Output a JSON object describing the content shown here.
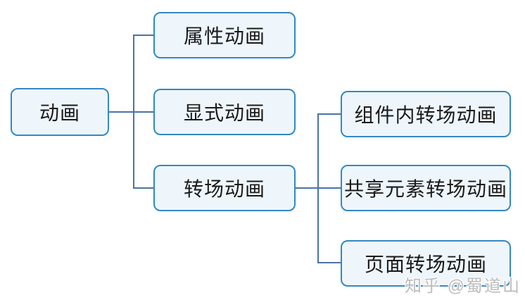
{
  "diagram": {
    "root": {
      "label": "动画"
    },
    "children": [
      {
        "label": "属性动画"
      },
      {
        "label": "显式动画"
      },
      {
        "label": "转场动画",
        "children": [
          {
            "label": "组件内转场动画"
          },
          {
            "label": "共享元素转场动画"
          },
          {
            "label": "页面转场动画"
          }
        ]
      }
    ]
  },
  "colors": {
    "box_border": "#3388c4",
    "box_fill": "#eef6fc",
    "connector": "#4a72a8",
    "text": "#1a1a1a",
    "watermark": "#bdbdbd"
  },
  "watermark": {
    "text": "知乎 @蜀道山"
  }
}
